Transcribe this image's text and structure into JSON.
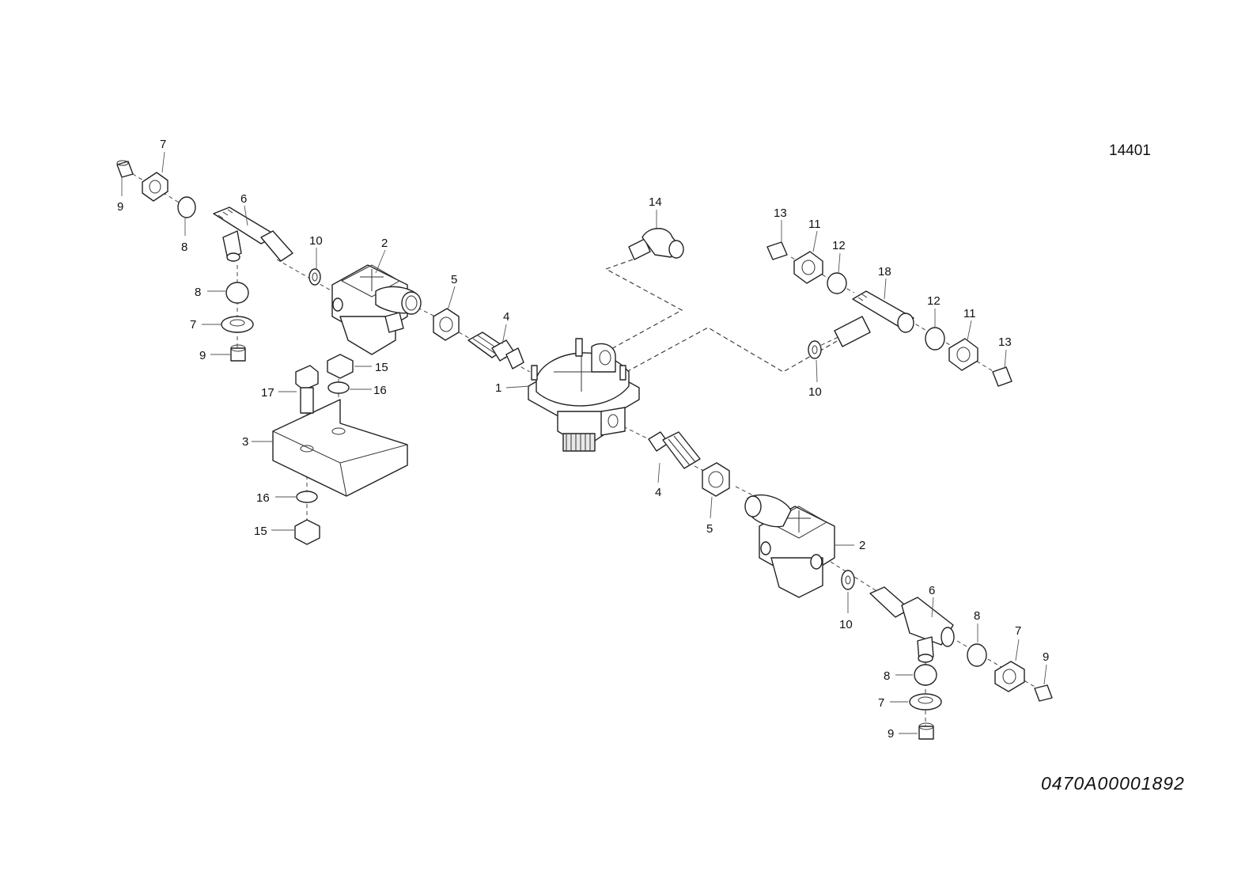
{
  "sheet_number": "14401",
  "drawing_code": "0470A00001892",
  "callouts": [
    "1",
    "2",
    "3",
    "4",
    "5",
    "6",
    "7",
    "8",
    "9",
    "10",
    "11",
    "12",
    "13",
    "14",
    "15",
    "16",
    "17",
    "18"
  ]
}
